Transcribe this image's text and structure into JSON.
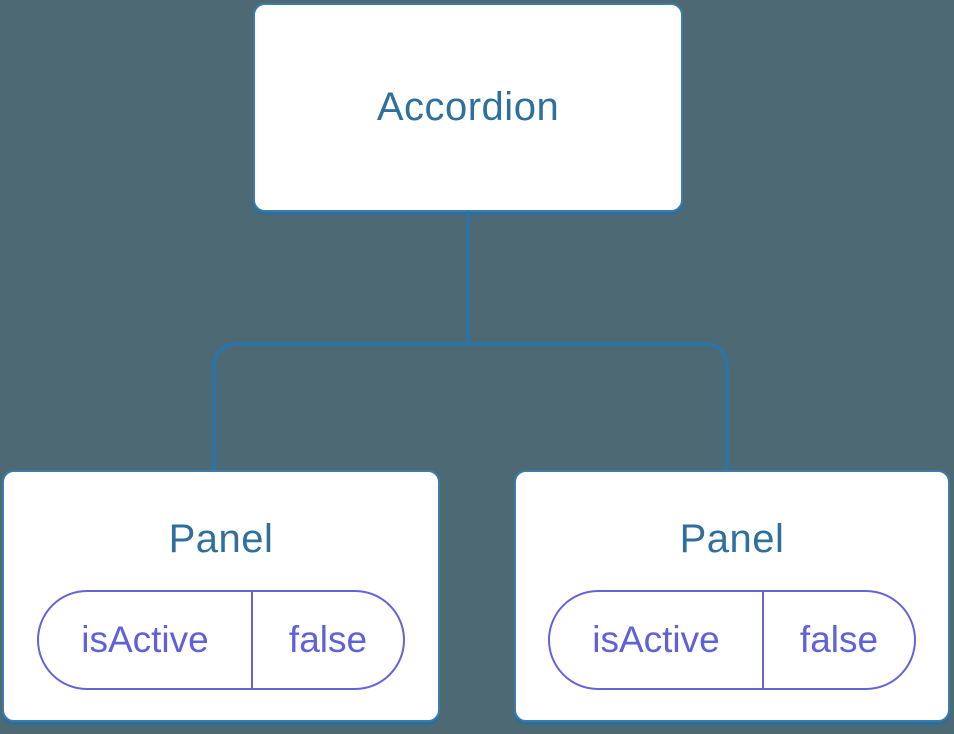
{
  "diagram": {
    "root": {
      "label": "Accordion"
    },
    "children": [
      {
        "label": "Panel",
        "state": {
          "key": "isActive",
          "value": "false"
        }
      },
      {
        "label": "Panel",
        "state": {
          "key": "isActive",
          "value": "false"
        }
      }
    ]
  },
  "colors": {
    "background": "#4d6973",
    "connector_line": "#2d74a4",
    "node_border": "#3d7ca9",
    "node_shadow": "#2b6e9e",
    "node_fill": "#ffffff",
    "node_title_text": "#2f6f9d",
    "state_pill_accent": "#6464d7",
    "state_pill_text": "#6060d8"
  }
}
